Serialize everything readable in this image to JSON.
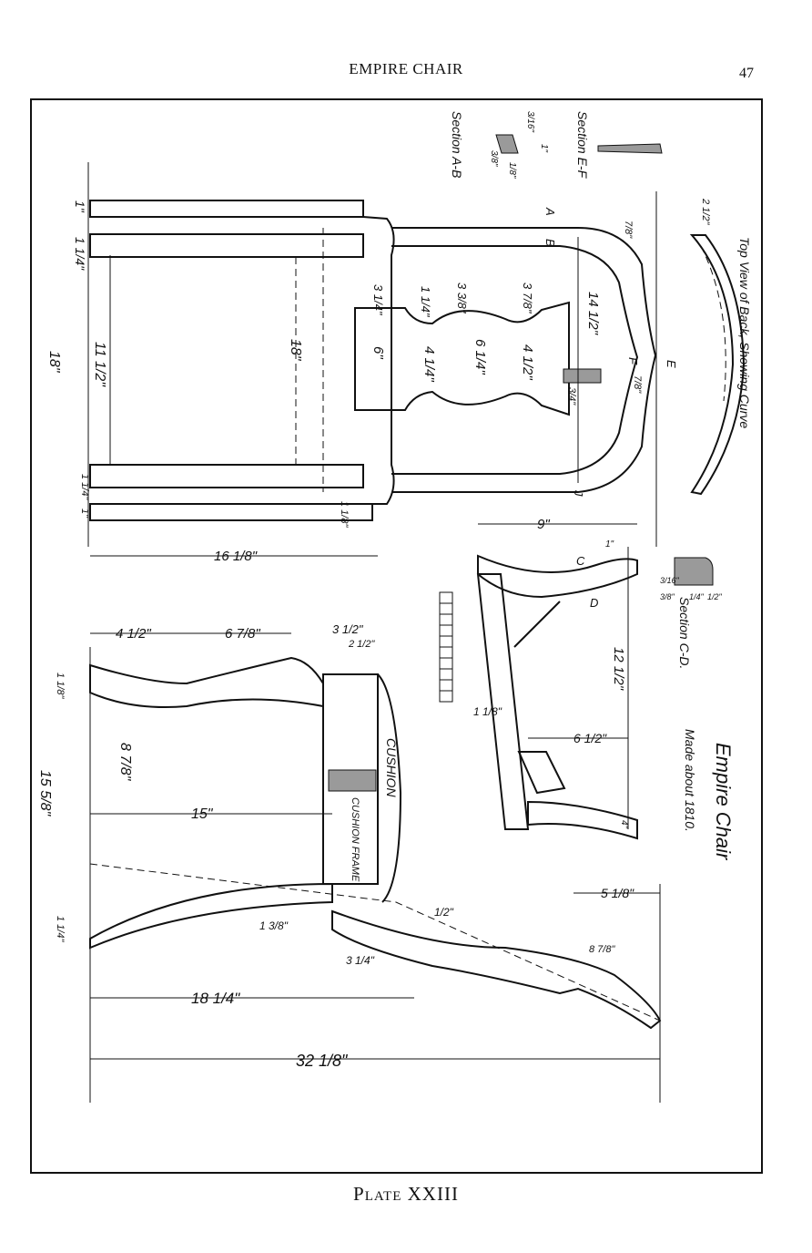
{
  "page": {
    "running_head": "EMPIRE CHAIR",
    "page_number": "47",
    "caption": "Plate XXIII"
  },
  "drawing": {
    "title": "Empire Chair",
    "subtitle": "Made about 1810.",
    "top_view_label": "Top View of Back, Showing Curve",
    "labels": {
      "section_ab": "Section A-B",
      "section_ef": "Section E-F",
      "section_cd": "Section C-D.",
      "cushion": "CUSHION",
      "cushion_frame": "CUSHION FRAME",
      "pt_a": "A",
      "pt_b": "B",
      "pt_c": "C",
      "pt_d": "D",
      "pt_e": "E",
      "pt_f": "F",
      "pt_j": "J"
    },
    "dimensions": {
      "d_1": "1\"",
      "d_1_1_4": "1 1/4\"",
      "d_18": "18\"",
      "d_11_1_2": "11 1/2\"",
      "d_18_inner": "18\"",
      "d_3_1_4": "3 1/4\"",
      "d_1_1_4_b": "1 1/4\"",
      "d_3_3_8": "3 3/8\"",
      "d_3_7_8": "3 7/8\"",
      "d_14_1_2": "14 1/2\"",
      "d_6": "6\"",
      "d_4_1_4": "4 1/4\"",
      "d_6_1_4": "6 1/4\"",
      "d_4_1_2": "4 1/2\"",
      "d_3_4": "3/4\"",
      "d_7_8": "7/8\"",
      "d_7_8_b": "7/8\"",
      "d_2_1_2": "2 1/2\"",
      "d_16_1_8": "16 1/8\"",
      "d_1_1_8": "1 1/8\"",
      "d_4_1_2_side": "4 1/2\"",
      "d_6_7_8": "6 7/8\"",
      "d_3_1_2": "3 1/2\"",
      "d_2_1_2_side": "2 1/2\"",
      "d_1_1_8_side": "1 1/8\"",
      "d_15_5_8": "15 5/8\"",
      "d_8_7_8": "8 7/8\"",
      "d_15": "15\"",
      "d_1_1_4_side": "1 1/4\"",
      "d_1_3_8": "1 3/8\"",
      "d_3_1_4_side": "3 1/4\"",
      "d_1_2": "1/2\"",
      "d_18_1_4": "18 1/4\"",
      "d_32_1_8": "32 1/8\"",
      "d_5_1_8": "5 1/8\"",
      "d_8_7_8_small": "8 7/8\"",
      "d_9": "9\"",
      "d_12_1_2": "12 1/2\"",
      "d_6_1_2": "6 1/2\"",
      "d_1_1_8_leg": "1 1/8\"",
      "d_1_small": "1\"",
      "d_4_small": "4\"",
      "d_3_8": "3/8\"",
      "d_3_16": "3/16\"",
      "d_1_4": "1/4\"",
      "d_1_2_small": "1/2\"",
      "d_3_8_ef": "3/8\"",
      "d_1_8": "1/8\"",
      "d_3_16_ab": "3/16\"",
      "d_1_ab": "1\""
    }
  }
}
